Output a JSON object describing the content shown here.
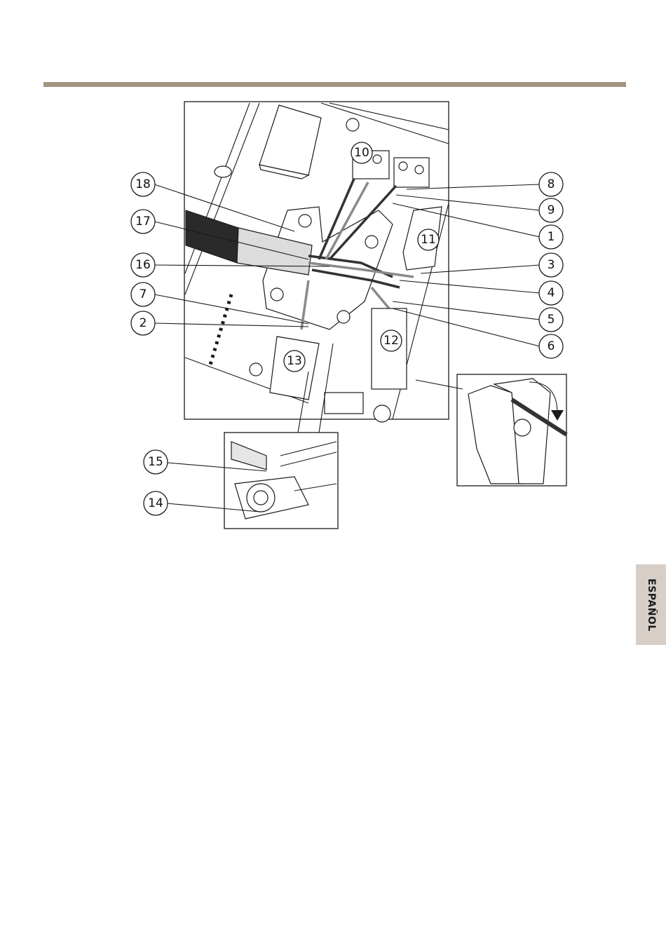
{
  "colors": {
    "top_bar": "#a39382",
    "side_tab": "#d6cec7"
  },
  "side_tab": {
    "label": "ESPAÑOL"
  },
  "callouts": [
    {
      "id": "c1",
      "label": "1"
    },
    {
      "id": "c2",
      "label": "2"
    },
    {
      "id": "c3",
      "label": "3"
    },
    {
      "id": "c4",
      "label": "4"
    },
    {
      "id": "c5",
      "label": "5"
    },
    {
      "id": "c6",
      "label": "6"
    },
    {
      "id": "c7",
      "label": "7"
    },
    {
      "id": "c8",
      "label": "8"
    },
    {
      "id": "c9",
      "label": "9"
    },
    {
      "id": "c10",
      "label": "10"
    },
    {
      "id": "c11",
      "label": "11"
    },
    {
      "id": "c12",
      "label": "12"
    },
    {
      "id": "c13",
      "label": "13"
    },
    {
      "id": "c14",
      "label": "14"
    },
    {
      "id": "c15",
      "label": "15"
    },
    {
      "id": "c16",
      "label": "16"
    },
    {
      "id": "c17",
      "label": "17"
    },
    {
      "id": "c18",
      "label": "18"
    }
  ]
}
